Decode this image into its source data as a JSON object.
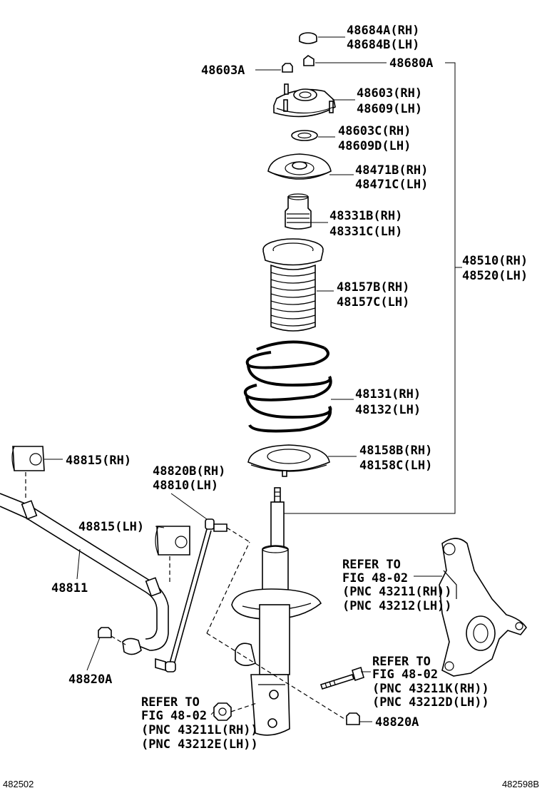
{
  "callouts": {
    "c48684": {
      "l1": "48684A(RH)",
      "l2": "48684B(LH)"
    },
    "c48603a": {
      "l1": "48603A"
    },
    "c48680a": {
      "l1": "48680A"
    },
    "c48603": {
      "l1": "48603(RH)",
      "l2": "48609(LH)"
    },
    "c48603c": {
      "l1": "48603C(RH)",
      "l2": "48609D(LH)"
    },
    "c48471": {
      "l1": "48471B(RH)",
      "l2": "48471C(LH)"
    },
    "c48331": {
      "l1": "48331B(RH)",
      "l2": "48331C(LH)"
    },
    "c48510": {
      "l1": "48510(RH)",
      "l2": "48520(LH)"
    },
    "c48157": {
      "l1": "48157B(RH)",
      "l2": "48157C(LH)"
    },
    "c48131": {
      "l1": "48131(RH)",
      "l2": "48132(LH)"
    },
    "c48158": {
      "l1": "48158B(RH)",
      "l2": "48158C(LH)"
    },
    "c48815rh": {
      "l1": "48815(RH)"
    },
    "c48820b": {
      "l1": "48820B(RH)",
      "l2": "48810(LH)"
    },
    "c48815lh": {
      "l1": "48815(LH)"
    },
    "c48811": {
      "l1": "48811"
    },
    "c48820a_left": {
      "l1": "48820A"
    },
    "c48820a_right": {
      "l1": "48820A"
    },
    "ref_knuckle": {
      "l1": "REFER TO",
      "l2": "FIG 48-02",
      "l3": "(PNC 43211(RH))",
      "l4": "(PNC 43212(LH))"
    },
    "ref_bolt": {
      "l1": "REFER TO",
      "l2": "FIG 48-02",
      "l3": "(PNC 43211K(RH))",
      "l4": "(PNC 43212D(LH))"
    },
    "ref_nut": {
      "l1": "REFER TO",
      "l2": "FIG 48-02",
      "l3": "(PNC 43211L(RH))",
      "l4": "(PNC 43212E(LH))"
    }
  },
  "footer": {
    "left_code": "482502",
    "right_code": "482598B"
  }
}
